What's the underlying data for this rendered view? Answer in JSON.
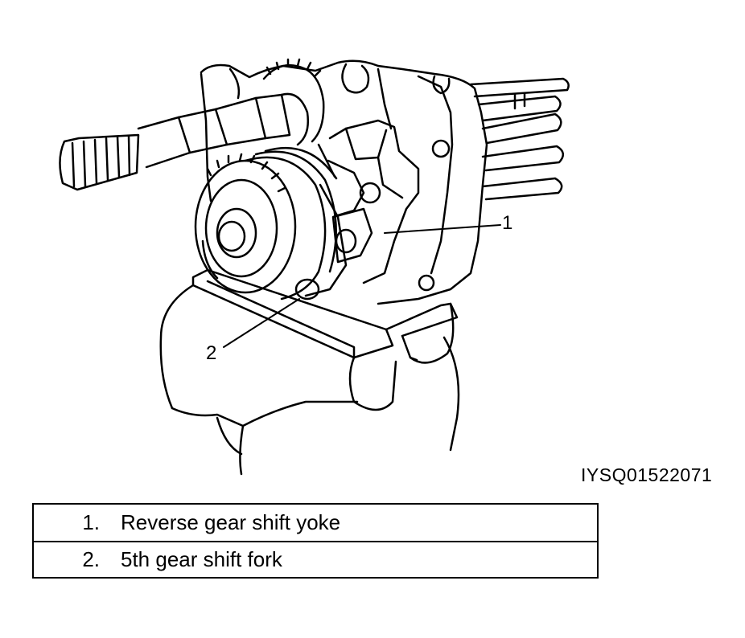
{
  "callouts": {
    "one": "1",
    "two": "2"
  },
  "figure_code": "IYSQ01522071",
  "legend": [
    {
      "num": "1.",
      "text": "Reverse gear shift yoke"
    },
    {
      "num": "2.",
      "text": "5th gear shift fork"
    }
  ]
}
